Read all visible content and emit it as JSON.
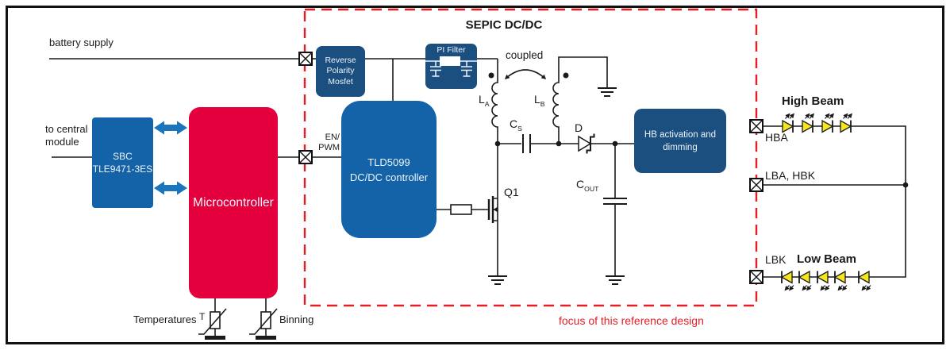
{
  "diagram": {
    "sepic_title": "SEPIC DC/DC",
    "focus_note": "focus of this reference design",
    "inputs": {
      "battery_supply": "battery supply",
      "to_central_line1": "to central",
      "to_central_line2": "module",
      "en_pwm_line1": "EN/",
      "en_pwm_line2": "PWM"
    },
    "blocks": {
      "sbc_line1": "SBC",
      "sbc_line2": "TLE9471-3ES",
      "microcontroller": "Microcontroller",
      "reverse_polarity_line1": "Reverse",
      "reverse_polarity_line2": "Polarity",
      "reverse_polarity_line3": "Mosfet",
      "pi_filter": "PI Filter",
      "tld_line1": "TLD5099",
      "tld_line2": "DC/DC controller",
      "hb_line1": "HB activation and",
      "hb_line2": "dimming"
    },
    "components": {
      "coupled": "coupled",
      "la_base": "L",
      "la_sub": "A",
      "lb_base": "L",
      "lb_sub": "B",
      "cs_base": "C",
      "cs_sub": "S",
      "cout_base": "C",
      "cout_sub": "OUT",
      "diode": "D",
      "q1": "Q1"
    },
    "sensors": {
      "temperatures": "Temperatures",
      "t": "T",
      "binning": "Binning"
    },
    "outputs": {
      "high_beam_title": "High Beam",
      "hba": "HBA",
      "lba_hbk": "LBA, HBK",
      "lbk": "LBK",
      "low_beam_title": "Low Beam",
      "high_beam_led_count": 4,
      "low_beam_led_count": 5
    },
    "colors": {
      "block_blue": "#1463A8",
      "block_dark_blue": "#1B4F80",
      "microcontroller_red": "#E3003C",
      "focus_red": "#E31E25",
      "arrow_blue": "#1B75BC",
      "led_yellow": "#F6E71C",
      "wire_black": "#1A1A1A"
    }
  }
}
